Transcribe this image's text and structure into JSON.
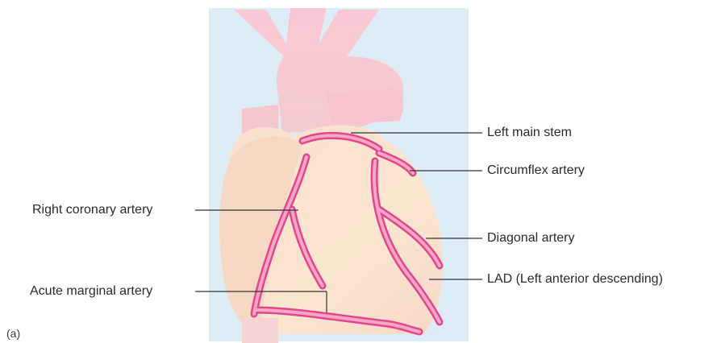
{
  "figure": {
    "panel_label": "(a)",
    "labels": {
      "left_main_stem": "Left main stem",
      "circumflex": "Circumflex artery",
      "right_coronary": "Right coronary artery",
      "diagonal": "Diagonal artery",
      "acute_marginal": "Acute marginal artery",
      "lad": "LAD (Left anterior descending)"
    }
  },
  "colors": {
    "background_panel": "#dcecf5",
    "heart_body": "#f9dcc4",
    "heart_pink": "#f7c6cf",
    "artery": "#e85a9a",
    "leader_line": "#333333"
  }
}
